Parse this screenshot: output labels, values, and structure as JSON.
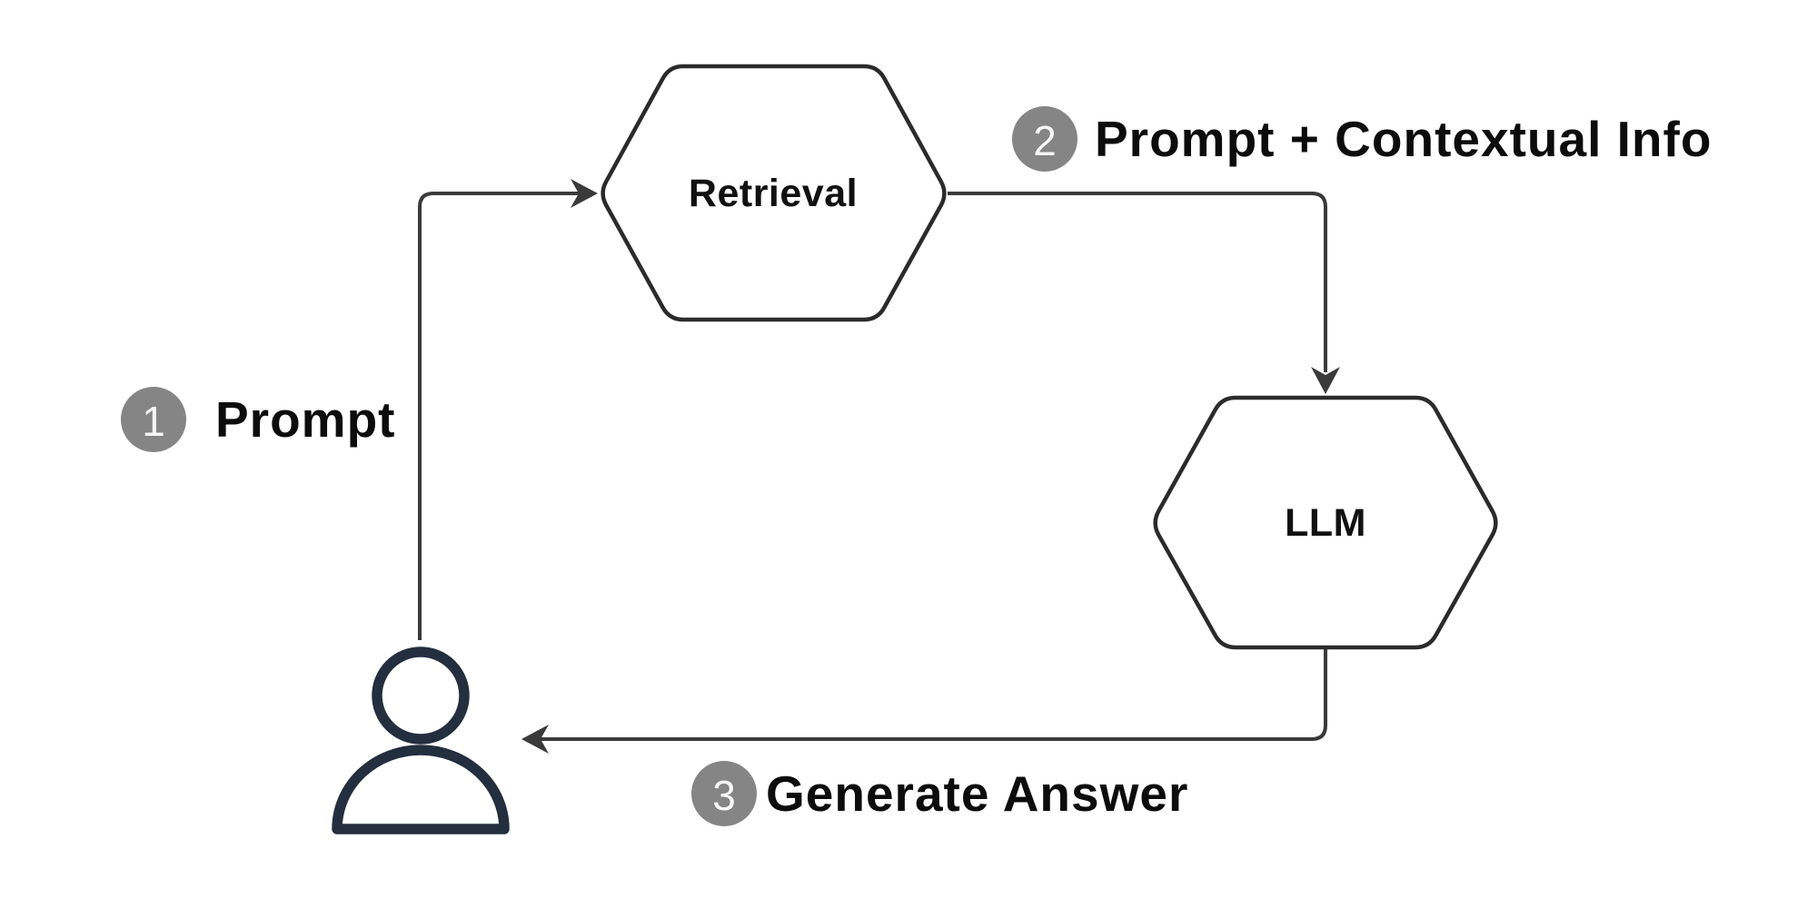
{
  "diagram": {
    "kind": "flow",
    "description_visible_text_only": true
  },
  "colors": {
    "background": "#ffffff",
    "node_stroke": "#2b2b2b",
    "node_text": "#111111",
    "arrow_stroke": "#3a3a3a",
    "badge_bg": "#858585",
    "badge_number": "#f7f7f7",
    "label_text": "#0c0c0c",
    "person": "#232e3e"
  },
  "nodes": [
    {
      "id": "retrieval",
      "label": "Retrieval",
      "shape": "hexagon"
    },
    {
      "id": "llm",
      "label": "LLM",
      "shape": "hexagon"
    }
  ],
  "actors": [
    {
      "id": "user",
      "icon": "person-icon"
    }
  ],
  "steps": [
    {
      "number": "1",
      "label": "Prompt",
      "from": "user",
      "to": "retrieval"
    },
    {
      "number": "2",
      "label": "Prompt + Contextual Info",
      "from": "retrieval",
      "to": "llm"
    },
    {
      "number": "3",
      "label": "Generate Answer",
      "from": "llm",
      "to": "user"
    }
  ]
}
